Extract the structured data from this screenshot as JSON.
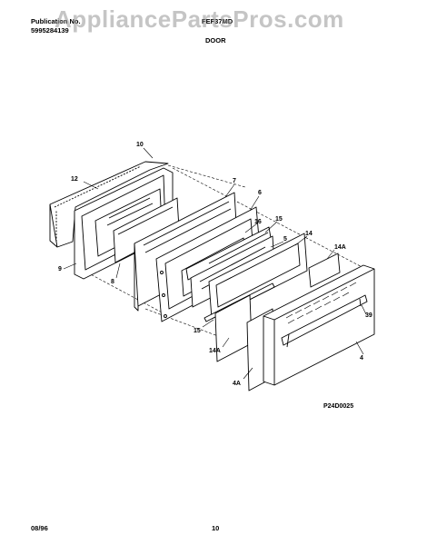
{
  "header": {
    "publication_label": "Publication No.",
    "publication_number": "5995284139",
    "model": "FEF37MD",
    "section": "DOOR"
  },
  "watermark": "AppliancePartsPros.com",
  "diagram_code": "P24D0025",
  "footer": {
    "date": "08/96",
    "page": "10"
  },
  "callouts": [
    "10",
    "12",
    "7",
    "6",
    "16",
    "15",
    "5",
    "14",
    "14A",
    "9",
    "8",
    "39",
    "15",
    "14A",
    "4",
    "4A"
  ]
}
